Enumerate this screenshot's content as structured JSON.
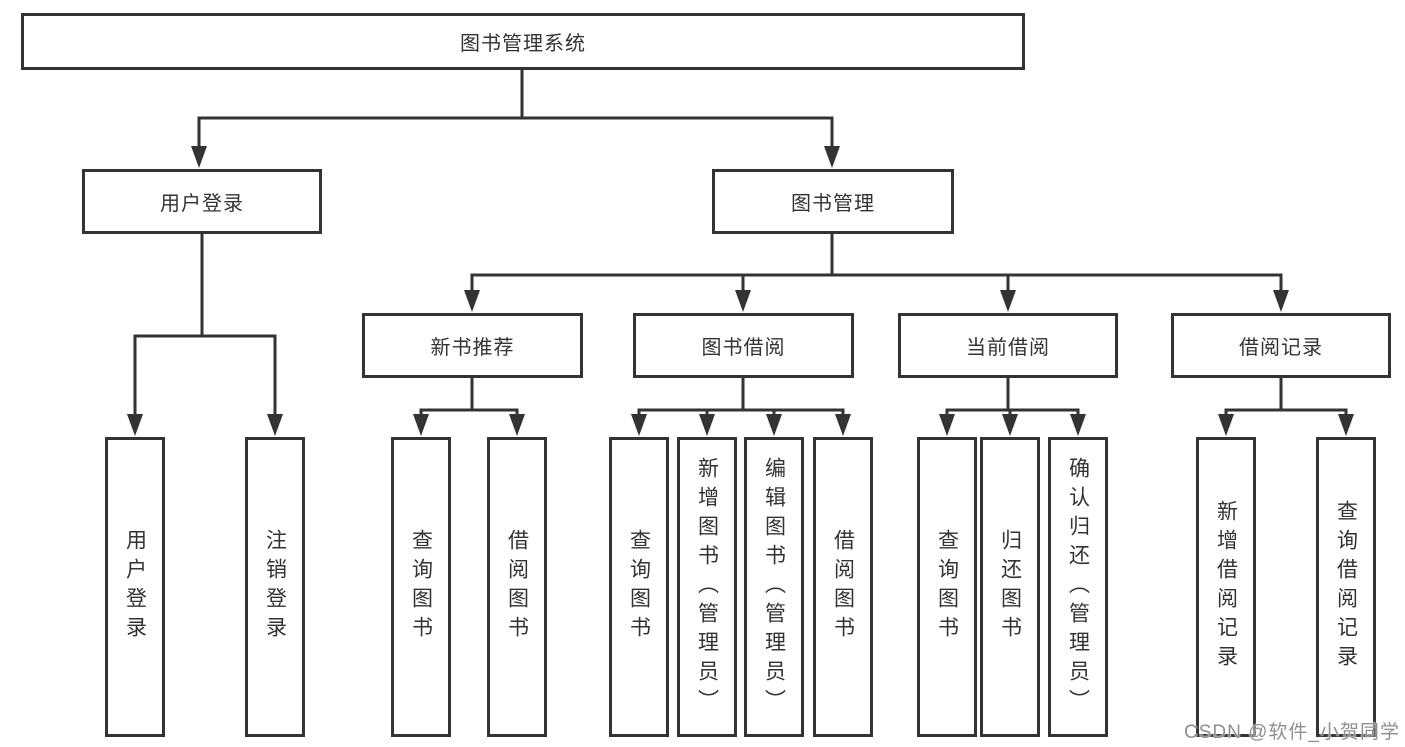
{
  "diagram": {
    "root": {
      "label": "图书管理系统"
    },
    "level1": [
      {
        "label": "用户登录"
      },
      {
        "label": "图书管理"
      }
    ],
    "level2": [
      {
        "label": "新书推荐"
      },
      {
        "label": "图书借阅"
      },
      {
        "label": "当前借阅"
      },
      {
        "label": "借阅记录"
      }
    ],
    "leaves": [
      {
        "label": "用户登录"
      },
      {
        "label": "注销登录"
      },
      {
        "label": "查询图书"
      },
      {
        "label": "借阅图书"
      },
      {
        "label": "查询图书"
      },
      {
        "label": "新增图书（管理员）"
      },
      {
        "label": "编辑图书（管理员）"
      },
      {
        "label": "借阅图书"
      },
      {
        "label": "查询图书"
      },
      {
        "label": "归还图书"
      },
      {
        "label": "确认归还（管理员）"
      },
      {
        "label": "新增借阅记录"
      },
      {
        "label": "查询借阅记录"
      }
    ]
  },
  "watermark": {
    "text": "CSDN @软件_小贺同学"
  },
  "colors": {
    "background": "#ffffff",
    "box_background": "#ffffff",
    "line": "#333333",
    "text": "#333333",
    "watermark": "#8f8f8f"
  }
}
